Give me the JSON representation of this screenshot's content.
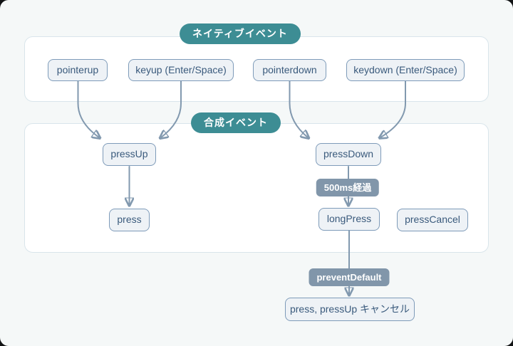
{
  "sections": {
    "native": {
      "title": "ネイティブイベント"
    },
    "synthetic": {
      "title": "合成イベント"
    }
  },
  "nodes": {
    "pointerup": "pointerup",
    "keyup": "keyup (Enter/Space)",
    "pointerdown": "pointerdown",
    "keydown": "keydown (Enter/Space)",
    "pressUp": "pressUp",
    "pressDown": "pressDown",
    "press": "press",
    "longPress": "longPress",
    "pressCancel": "pressCancel",
    "cancelResult": "press, pressUp キャンセル"
  },
  "edge_labels": {
    "elapsed": "500ms経過",
    "prevent": "preventDefault"
  },
  "colors": {
    "accent_teal": "#3d8d94",
    "edge_stroke": "#8299af",
    "edge_label_bg": "#8196aa",
    "node_border": "#7e9bb9",
    "node_fill": "#eef2f6",
    "node_text": "#3a5a7c",
    "section_border": "#d9e5eb",
    "section_fill": "#ffffff",
    "page_bg": "#f5f8f8"
  }
}
